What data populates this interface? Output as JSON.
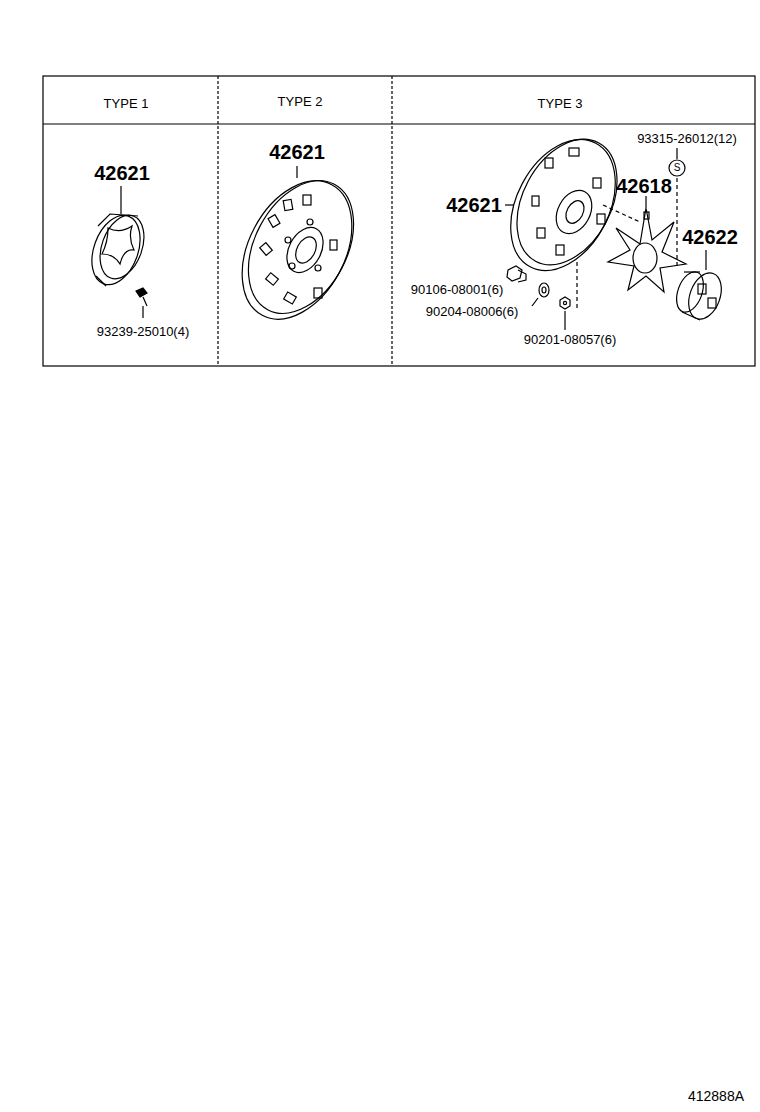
{
  "diagram": {
    "labels": [
      "TYPE 1",
      "TYPE 2",
      "TYPE 3",
      "42621",
      "93239-25010(4)",
      "42621",
      "42621",
      "93315-26012(12)",
      "S",
      "42618",
      "42622",
      "90106-08001(6)",
      "90204-08006(6)",
      "90201-08057(6)",
      "412888A"
    ]
  }
}
